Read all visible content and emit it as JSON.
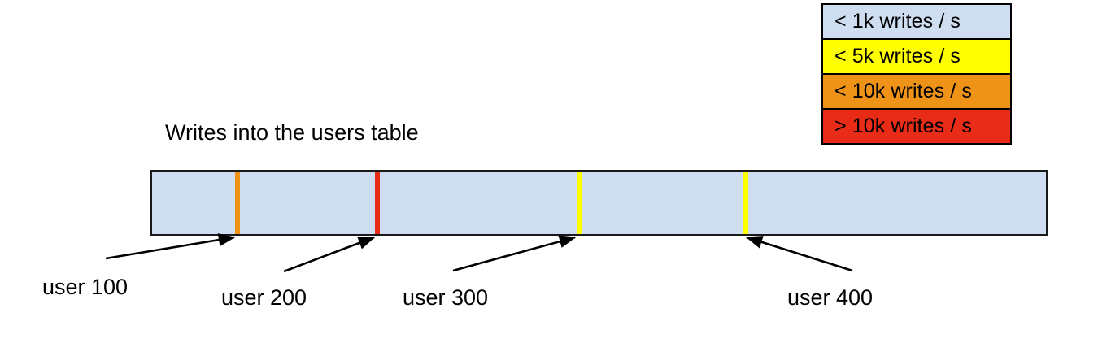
{
  "title": "Writes into the users table",
  "colors": {
    "blue": "#cfddf0",
    "yellow": "#ffff00",
    "orange": "#ef9318",
    "red": "#e82c18",
    "outline": "#1a1a1a",
    "background": "#ffffff"
  },
  "legend": {
    "items": [
      {
        "label": "< 1k writes / s",
        "color": "#cfddf0"
      },
      {
        "label": "< 5k writes / s",
        "color": "#ffff00"
      },
      {
        "label": "< 10k writes / s",
        "color": "#ef9318"
      },
      {
        "label": "> 10k writes / s",
        "color": "#e82c18"
      }
    ]
  },
  "markers": [
    {
      "label": "user 100",
      "color": "#ef9318",
      "tier": "< 10k writes / s"
    },
    {
      "label": "user 200",
      "color": "#e82c18",
      "tier": "> 10k writes / s"
    },
    {
      "label": "user 300",
      "color": "#ffff00",
      "tier": "< 5k writes / s"
    },
    {
      "label": "user 400",
      "color": "#ffff00",
      "tier": "< 5k writes / s"
    }
  ],
  "chart_data": {
    "type": "bar",
    "title": "Writes into the users table",
    "xlabel": "",
    "ylabel": "",
    "orientation": "horizontal",
    "description": "A single horizontal band representing the users table keyspace, colored by write rate, with four annotated user keys marked as vertical stripes.",
    "base_color": "#cfddf0",
    "base_tier": "< 1k writes / s",
    "categories": [
      "user 100",
      "user 200",
      "user 300",
      "user 400"
    ],
    "values": [
      "< 10k writes / s",
      "> 10k writes / s",
      "< 5k writes / s",
      "< 5k writes / s"
    ],
    "legend_entries": [
      "< 1k writes / s",
      "< 5k writes / s",
      "< 10k writes / s",
      "> 10k writes / s"
    ],
    "legend_position": "top-right",
    "grid": false
  }
}
